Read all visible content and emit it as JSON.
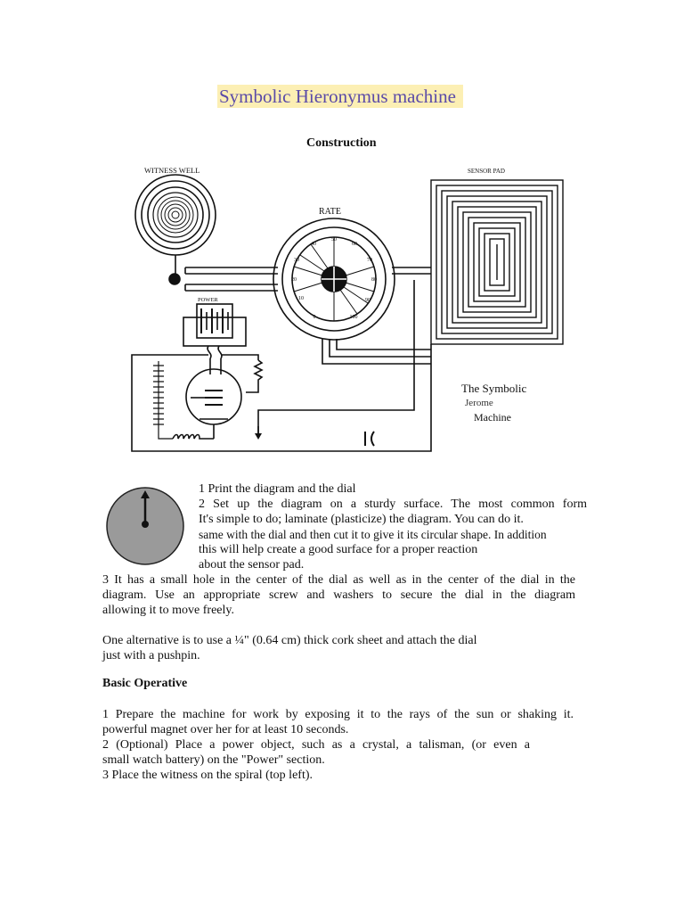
{
  "title": "Symbolic Hieronymus machine",
  "construction_heading": "Construction",
  "diagram": {
    "witness_well_label": "WITNESS WELL",
    "sensor_pad_label": "SENSOR PAD",
    "rate_label": "RATE",
    "power_label": "POWER",
    "dial_numbers": [
      "0",
      "10",
      "20",
      "30",
      "40",
      "50",
      "60",
      "70",
      "80",
      "90",
      "100"
    ],
    "machine_caption": {
      "line1": "The Symbolic",
      "line2": "Jerome",
      "line3": "Machine"
    }
  },
  "steps": {
    "s1": "1 Print the diagram and the dial",
    "s2a": "2 Set up the diagram on a sturdy surface. The most common form",
    "s2b": "It's simple to do; laminate (plasticize) the diagram. You can do it.",
    "s2c": "same with the dial and then cut it to give it its circular shape. In addition",
    "s2d": "this will help create a good surface for a proper reaction",
    "s2e": "about the sensor pad.",
    "s3a": "3 It has a small hole in the center of the dial as well as in the center of the dial in the",
    "s3b": "diagram. Use an appropriate screw and washers to secure the dial in the diagram",
    "s3c": "allowing it to move freely.",
    "alt_a": "One alternative is to use a ¼\" (0.64 cm) thick cork sheet and attach the dial",
    "alt_b": "just with a pushpin."
  },
  "basic_operative_heading": "Basic Operative",
  "operative": {
    "o1a": "1 Prepare the machine for work by exposing it to the rays of the sun or shaking it.",
    "o1b": "powerful magnet over her for at least 10 seconds.",
    "o2a": "2 (Optional) Place a power object, such as a crystal, a talisman, (or even a",
    "o2b": "small watch battery) on the \"Power\" section.",
    "o3": "3 Place the witness on the spiral (top left)."
  }
}
